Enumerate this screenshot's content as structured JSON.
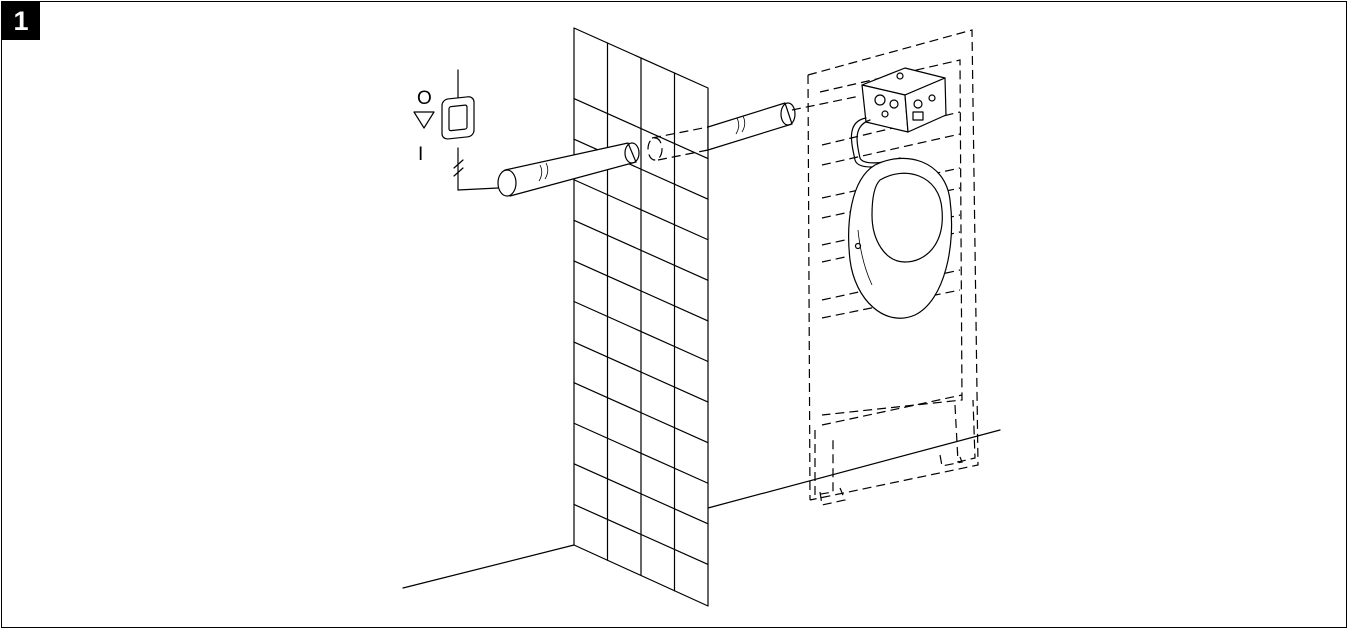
{
  "figure": {
    "step_number": "1",
    "switch_labels": {
      "top": "O",
      "bottom": "I"
    }
  }
}
